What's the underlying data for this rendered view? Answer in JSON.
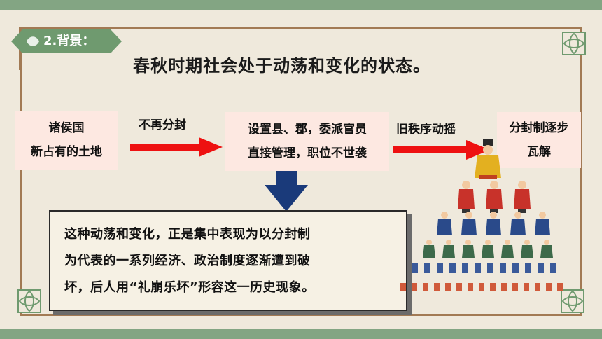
{
  "section_tag": "2.背景：",
  "headline": "春秋时期社会处于动荡和变化的状态。",
  "flow": {
    "box_left": {
      "line1": "诸侯国",
      "line2": "新占有的土地"
    },
    "arrow1_label": "不再分封",
    "box_mid": {
      "line1": "设置县、郡，委派官员",
      "line2": "直接管理，职位不世袭"
    },
    "arrow2_label": "旧秩序动摇",
    "box_right": {
      "line1": "分封制逐步",
      "line2": "瓦解"
    }
  },
  "note": {
    "line1": "这种动荡和变化，正是集中表现为以分封制",
    "line2": "为代表的一系列经济、政治制度逐渐遭到破",
    "line3": "坏，后人用“礼崩乐坏”形容这一历史现象。"
  },
  "colors": {
    "band": "#83a583",
    "frame": "#a27a54",
    "tag": "#6f9a6f",
    "arrow_red": "#ee1111",
    "arrow_down": "#1a3a7a",
    "box_bg": "#fde8e1"
  },
  "icons": [
    "corner-ornament-icon",
    "leaf-icon",
    "pyramid-illustration"
  ]
}
